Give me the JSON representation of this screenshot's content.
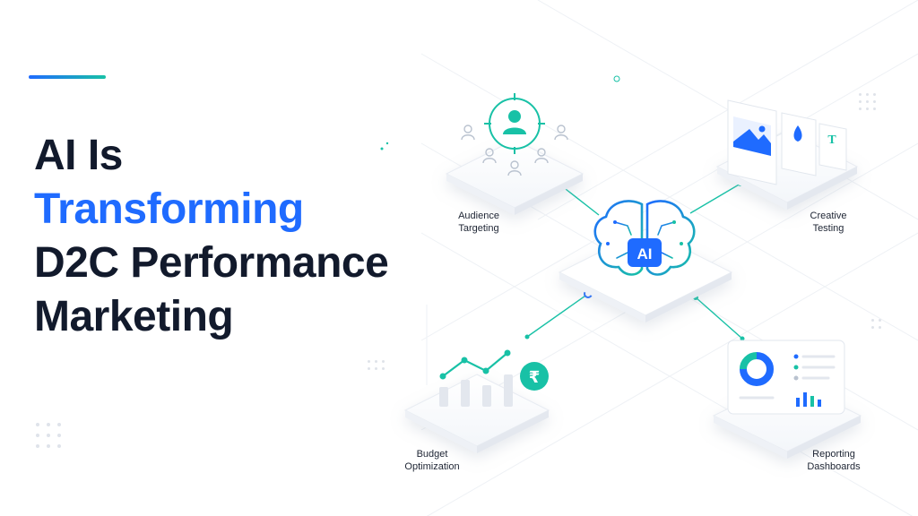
{
  "headline": {
    "line1": "AI Is",
    "line2": "Transforming",
    "line3": "D2C Performance",
    "line4": "Marketing"
  },
  "hub": {
    "label": "AI"
  },
  "modules": {
    "audience": {
      "line1": "Audience",
      "line2": "Targeting",
      "icon": "audience-target-icon"
    },
    "creative": {
      "line1": "Creative",
      "line2": "Testing",
      "icon": "image-cards-icon"
    },
    "budget": {
      "line1": "Budget",
      "line2": "Optimization",
      "icon": "growth-chart-icon",
      "badge": "₹"
    },
    "reporting": {
      "line1": "Reporting",
      "line2": "Dashboards",
      "icon": "donut-dashboard-icon"
    }
  },
  "colors": {
    "heading": "#121a2c",
    "blue": "#1f6bff",
    "teal": "#18c1a6",
    "muted": "#b9c2cf"
  }
}
